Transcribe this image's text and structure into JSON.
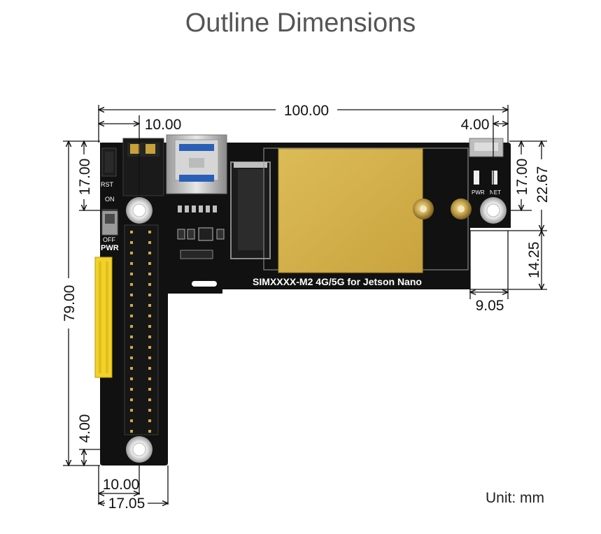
{
  "title": "Outline Dimensions",
  "unit_note": "Unit: mm",
  "board": {
    "product_label": "SIMXXXX-M2 4G/5G for Jetson Nano",
    "silk": {
      "rst": "RST",
      "on": "ON",
      "off": "OFF",
      "pwr_switch": "PWR",
      "pwr_led": "PWR",
      "net_led": "NET"
    },
    "colors": {
      "pcb": "#111111",
      "module": "#d4b04a",
      "header": "#f2d22a",
      "text": "#555555"
    }
  },
  "dimensions": {
    "overall_width": "100.00",
    "hole_offset_left": "10.00",
    "hole_offset_right": "4.00",
    "top_left_height": "17.00",
    "right_hole_height": "17.00",
    "right_board_height": "22.67",
    "right_notch_height": "14.25",
    "right_notch_width": "9.05",
    "left_height": "79.00",
    "bottom_hole_height": "4.00",
    "bottom_hole_offset": "10.00",
    "left_leg_width": "17.05"
  }
}
